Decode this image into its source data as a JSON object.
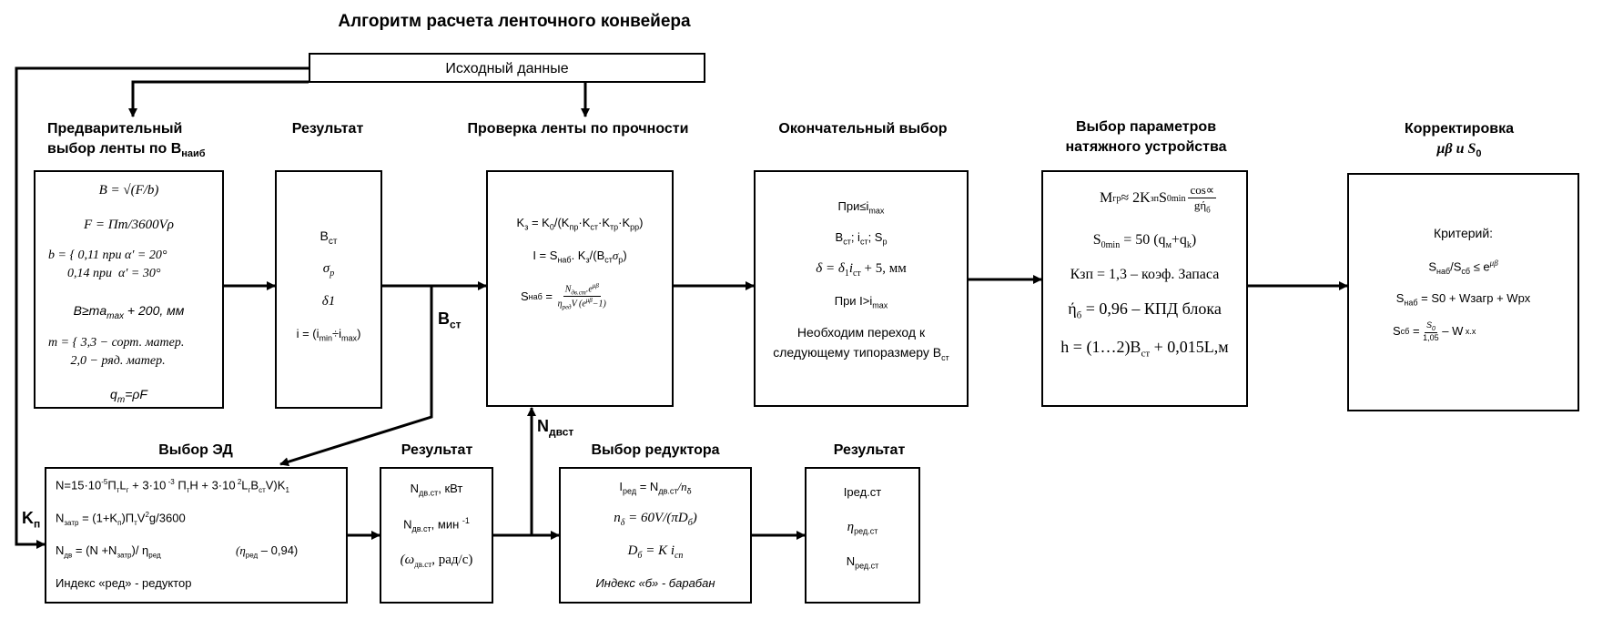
{
  "title": "Алгоритм расчета ленточного конвейера",
  "input_box": "Исходный данные",
  "headers": {
    "prelim_l1": "Предварительный",
    "prelim_l2": "выбор ленты по B",
    "prelim_l2_sub": "наиб",
    "result1": "Результат",
    "strength": "Проверка ленты по прочности",
    "final": "Окончательный выбор",
    "tension_l1": "Выбор параметров",
    "tension_l2": "натяжного устройства",
    "correction_l1": "Корректировка",
    "correction_l2": "μβ и S",
    "correction_l2_sub": "0",
    "motor": "Выбор ЭД",
    "result2": "Результат",
    "gearbox": "Выбор редуктора",
    "result3": "Результат"
  },
  "labels": {
    "bst": "B",
    "bst_sub": "ст",
    "kp": "K",
    "kp_sub": "п",
    "ndv": "N",
    "ndv_sub": "двст"
  },
  "box_prelim": [
    "B = √(F/b)",
    "F = Пт/3600Vρ",
    "b = { 0,11 при α′ = 20°",
    "      0,14 при  α′ = 30°",
    "B≥ma",
    "max",
    " + 200, мм",
    "m = { 3,3 − сорт. матер.",
    "       2,0 − ряд. матер.",
    "q",
    "m",
    "=ρF"
  ],
  "box_result1": [
    "B",
    "ст",
    "σ",
    "р",
    "δ1",
    "i = (i",
    "min",
    "÷i",
    "max",
    ")"
  ],
  "box_strength": {
    "l1": "K",
    "l1a": "з",
    "l1b": " = K",
    "l1c": "0",
    "l1d": "/(K",
    "l1e": "пр",
    "l1f": "·K",
    "l1g": "ст",
    "l1h": "·K",
    "l1i": "тр",
    "l1j": "·K",
    "l1k": "рр",
    "l1l": ")",
    "l2": "I = S",
    "l2a": "наб",
    "l2b": ". K",
    "l2c": "з",
    "l2d": "/(B",
    "l2e": "ст",
    "l2f": "σ",
    "l2g": "р",
    "l2h": ")",
    "l3": "S",
    "l3a": "наб",
    "l3b": " = ",
    "l3num": "N",
    "l3num_sub": "дв.ст",
    "l3num_b": ".e",
    "l3num_sup": "μβ",
    "l3den": "η",
    "l3den_sub": "ред",
    "l3den_b": "V (e",
    "l3den_sup": "μβ",
    "l3den_c": "−1)"
  },
  "box_final": {
    "l1": "При",
    "l1a": "≤i",
    "l1b": "max",
    "l2": "B",
    "l2a": "ст",
    "l2b": "; i",
    "l2c": "ст",
    "l2d": "; S",
    "l2e": "р",
    "l3": "δ = δ",
    "l3a": "1",
    "l3b": "i",
    "l3c": "ст",
    "l3d": " + 5, мм",
    "l4": "При I>i",
    "l4a": "max",
    "l5": "Необходим переход к",
    "l6": "следующему типоразмеру B",
    "l6a": "ст"
  },
  "box_tension": {
    "l1": "M",
    "l1a": "гр",
    "l1b": " ≈ 2K",
    "l1c": "зп",
    "l1d": "S",
    "l1e": "0min",
    "l1num": "cos∝",
    "l1den": "gή",
    "l1den_sub": "б",
    "l2": "S",
    "l2a": "0min",
    "l2b": " = 50 (q",
    "l2c": "м",
    "l2d": "+q",
    "l2e": "k",
    "l2f": ")",
    "l3": "Кзп = 1,3 – коэф. Запаса",
    "l4": "ή",
    "l4a": "б",
    "l4b": " = 0,96 – КПД блока",
    "l5": "h = (1…2)B",
    "l5a": "ст",
    "l5b": " + 0,015L,м"
  },
  "box_correction": {
    "l1": "Критерий:",
    "l2": "S",
    "l2a": "наб",
    "l2b": "/S",
    "l2c": "сб",
    "l2d": " ≤ e",
    "l2e": "μβ",
    "l3": "S",
    "l3a": "наб",
    "l3b": " = S0 + Wзагр + Wpx",
    "l4": "S",
    "l4a": "сб",
    "l4b": " = ",
    "l4num": "S",
    "l4num_sub": "0",
    "l4den": "1,05",
    "l4c": " – W",
    "l4d": " х.х"
  },
  "box_motor": {
    "l1": "N=15·10",
    "l1a": "-5",
    "l1b": "П",
    "l1c": "т",
    "l1d": "L",
    "l1e": "г",
    "l1f": " + 3·10",
    "l1g": " -3",
    "l1h": " П",
    "l1i": "т",
    "l1j": "H + 3·10",
    "l1k": " 2",
    "l1l": "L",
    "l1m": "г",
    "l1n": "B",
    "l1o": "ст",
    "l1p": "V)K",
    "l1q": "1",
    "l2": "N",
    "l2a": "затр",
    "l2b": " = (1+K",
    "l2c": "п",
    "l2d": ")П",
    "l2e": "т",
    "l2f": "V",
    "l2g": "2",
    "l2h": "g/3600",
    "l3": "N",
    "l3a": "дв",
    "l3b": " = (N +N",
    "l3c": "затр",
    "l3d": ")/ η",
    "l3e": "ред",
    "l3f": "(η",
    "l3g": "ред",
    "l3h": " – 0,94)",
    "l4": "Индекс «ред» - редуктор"
  },
  "box_result2": {
    "l1": "N",
    "l1a": "дв.ст",
    "l1b": ", кВт",
    "l2": "N",
    "l2a": "дв.ст",
    "l2b": ", мин ",
    "l2c": "-1",
    "l3": "(ω",
    "l3a": "дв.ст",
    "l3b": ", рад/с)"
  },
  "box_gearbox": {
    "l1": "I",
    "l1a": "ред",
    "l1b": " = N",
    "l1c": "дв.ст",
    "l1d": "/n",
    "l1e": "δ",
    "l2": "n",
    "l2a": "δ",
    "l2b": " = 60V/(πD",
    "l2c": "б",
    "l2d": ")",
    "l3": "D",
    "l3a": "б",
    "l3b": " = K i",
    "l3c": "cn",
    "l4": "Индекс «б» - барабан"
  },
  "box_result3": {
    "l1": "Iред.ст",
    "l2": "η",
    "l2a": "ред.ст",
    "l3": "N",
    "l3a": "ред.ст"
  }
}
